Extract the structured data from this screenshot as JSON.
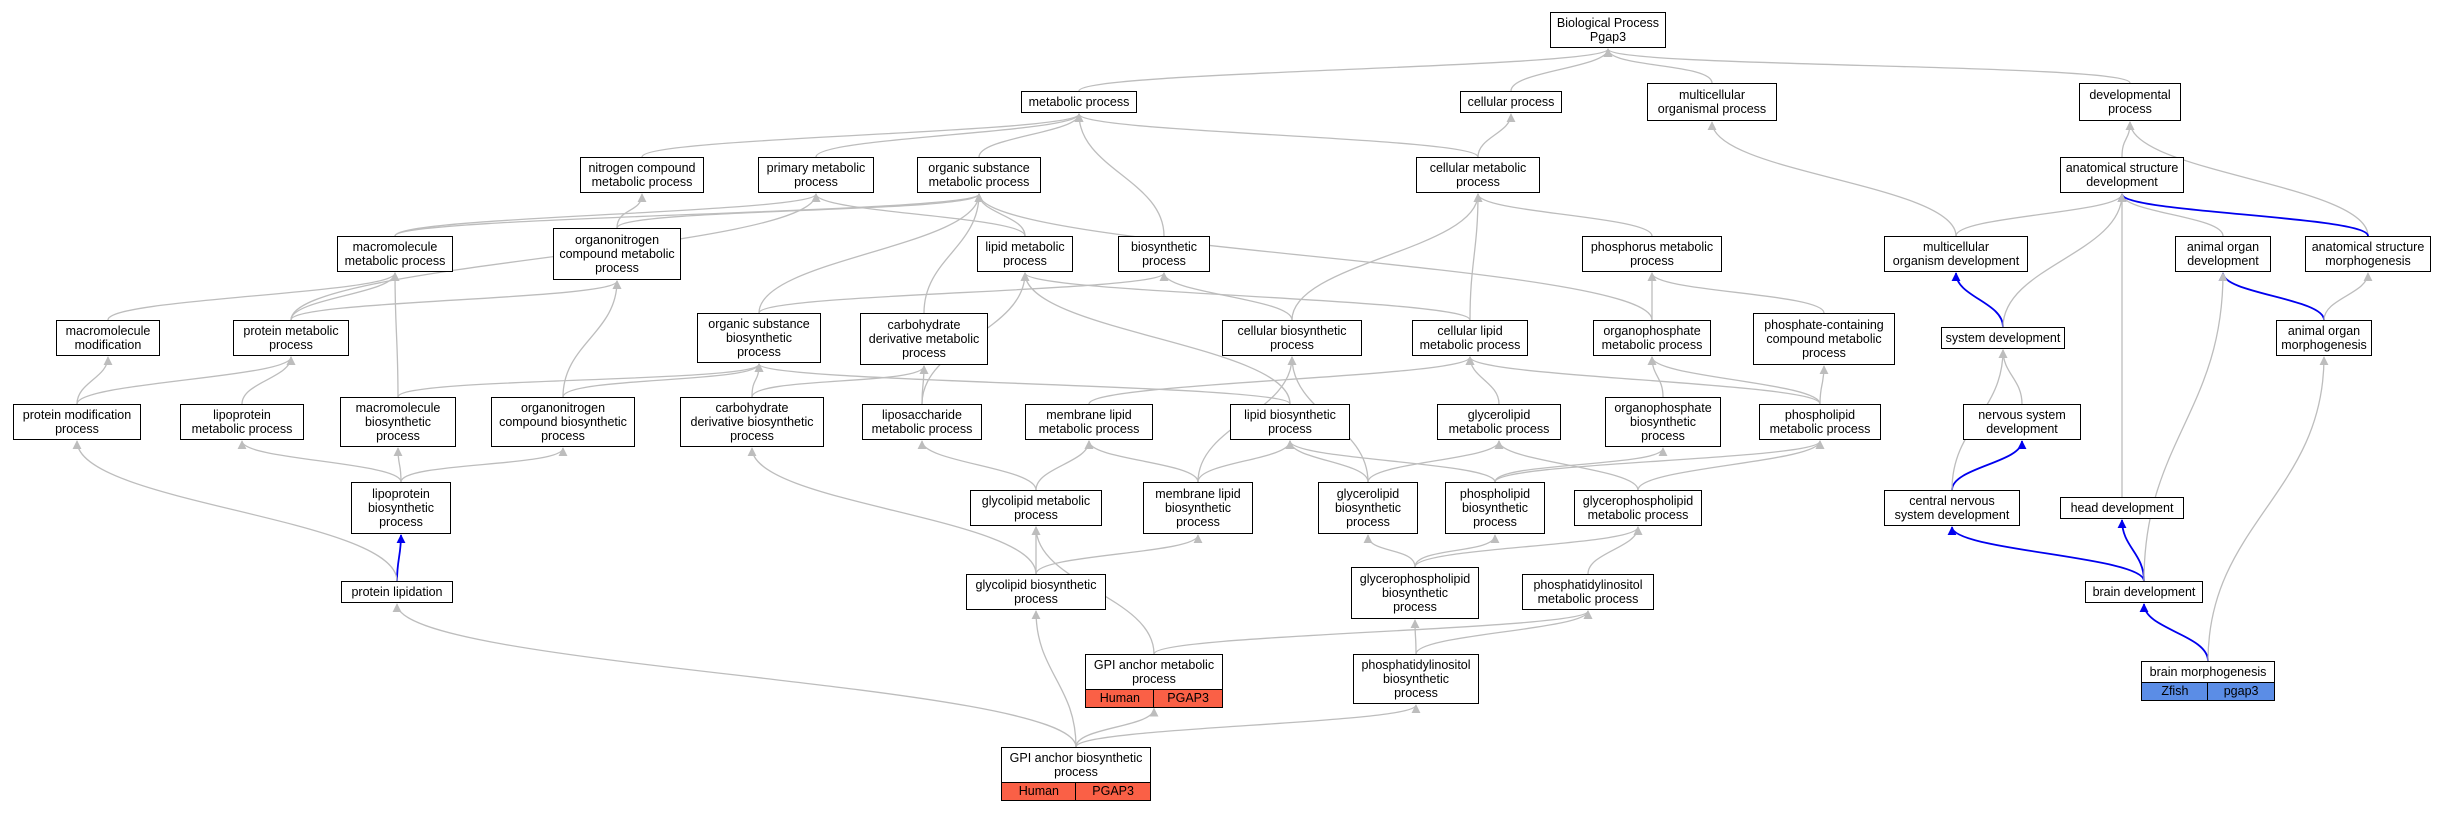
{
  "nodes": [
    {
      "id": "bp",
      "label": "Biological Process\nPgap3"
    },
    {
      "id": "metabolic",
      "label": "metabolic process"
    },
    {
      "id": "cellular",
      "label": "cellular process"
    },
    {
      "id": "multiorg",
      "label": "multicellular\norganismal process"
    },
    {
      "id": "devproc",
      "label": "developmental\nprocess"
    },
    {
      "id": "nitro",
      "label": "nitrogen compound\nmetabolic process"
    },
    {
      "id": "primary",
      "label": "primary metabolic\nprocess"
    },
    {
      "id": "orgsub",
      "label": "organic substance\nmetabolic process"
    },
    {
      "id": "cellmet",
      "label": "cellular metabolic\nprocess"
    },
    {
      "id": "anatdev",
      "label": "anatomical structure\ndevelopment"
    },
    {
      "id": "macromet",
      "label": "macromolecule\nmetabolic process"
    },
    {
      "id": "orgnitro",
      "label": "organonitrogen\ncompound metabolic\nprocess"
    },
    {
      "id": "lipidmet",
      "label": "lipid metabolic\nprocess"
    },
    {
      "id": "biosyn",
      "label": "biosynthetic\nprocess"
    },
    {
      "id": "phosmet",
      "label": "phosphorus metabolic\nprocess"
    },
    {
      "id": "multidev",
      "label": "multicellular\norganism development"
    },
    {
      "id": "animaldev",
      "label": "animal organ\ndevelopment"
    },
    {
      "id": "anatmorph",
      "label": "anatomical structure\nmorphogenesis"
    },
    {
      "id": "macromod",
      "label": "macromolecule\nmodification"
    },
    {
      "id": "protmet",
      "label": "protein metabolic\nprocess"
    },
    {
      "id": "orgsubbio",
      "label": "organic substance\nbiosynthetic\nprocess"
    },
    {
      "id": "carbmet",
      "label": "carbohydrate\nderivative metabolic\nprocess"
    },
    {
      "id": "cellbio",
      "label": "cellular biosynthetic\nprocess"
    },
    {
      "id": "celllipid",
      "label": "cellular lipid\nmetabolic process"
    },
    {
      "id": "orgphosmet",
      "label": "organophosphate\nmetabolic process"
    },
    {
      "id": "phoscont",
      "label": "phosphate-containing\ncompound metabolic\nprocess"
    },
    {
      "id": "sysdev",
      "label": "system development"
    },
    {
      "id": "animalmorph",
      "label": "animal organ\nmorphogenesis"
    },
    {
      "id": "protmod",
      "label": "protein modification\nprocess"
    },
    {
      "id": "lipoprotmet",
      "label": "lipoprotein\nmetabolic process"
    },
    {
      "id": "macrobio",
      "label": "macromolecule\nbiosynthetic\nprocess"
    },
    {
      "id": "orgnitrobio",
      "label": "organonitrogen\ncompound biosynthetic\nprocess"
    },
    {
      "id": "carbbio",
      "label": "carbohydrate\nderivative biosynthetic\nprocess"
    },
    {
      "id": "liposacc",
      "label": "liposaccharide\nmetabolic process"
    },
    {
      "id": "memlipid",
      "label": "membrane lipid\nmetabolic process"
    },
    {
      "id": "lipidbio",
      "label": "lipid biosynthetic\nprocess"
    },
    {
      "id": "glycerolipidmet",
      "label": "glycerolipid\nmetabolic process"
    },
    {
      "id": "orgphosbio",
      "label": "organophosphate\nbiosynthetic\nprocess"
    },
    {
      "id": "phospholipidmet",
      "label": "phospholipid\nmetabolic process"
    },
    {
      "id": "nervdev",
      "label": "nervous system\ndevelopment"
    },
    {
      "id": "lipoprotbio",
      "label": "lipoprotein\nbiosynthetic\nprocess"
    },
    {
      "id": "glycolipidmet",
      "label": "glycolipid metabolic\nprocess"
    },
    {
      "id": "memlipidbio",
      "label": "membrane lipid\nbiosynthetic\nprocess"
    },
    {
      "id": "glycerolipidbio",
      "label": "glycerolipid\nbiosynthetic\nprocess"
    },
    {
      "id": "phospholipidbio",
      "label": "phospholipid\nbiosynthetic\nprocess"
    },
    {
      "id": "glycerophosmet",
      "label": "glycerophospholipid\nmetabolic process"
    },
    {
      "id": "cnsdev",
      "label": "central nervous\nsystem development"
    },
    {
      "id": "headdev",
      "label": "head development"
    },
    {
      "id": "protlip",
      "label": "protein lipidation"
    },
    {
      "id": "glycolipidbio",
      "label": "glycolipid biosynthetic\nprocess"
    },
    {
      "id": "glycerophosbio",
      "label": "glycerophospholipid\nbiosynthetic\nprocess"
    },
    {
      "id": "phosinosmet",
      "label": "phosphatidylinositol\nmetabolic process"
    },
    {
      "id": "braindev",
      "label": "brain development"
    },
    {
      "id": "gpimet",
      "label": "GPI anchor metabolic\nprocess"
    },
    {
      "id": "phosinosbio",
      "label": "phosphatidylinositol\nbiosynthetic\nprocess"
    },
    {
      "id": "brainmorph",
      "label": "brain morphogenesis"
    },
    {
      "id": "gpibio",
      "label": "GPI anchor biosynthetic\nprocess"
    }
  ],
  "annotations": [
    {
      "node": "gpimet",
      "tags": [
        {
          "label": "Human",
          "kind": "human"
        },
        {
          "label": "PGAP3",
          "kind": "human"
        }
      ]
    },
    {
      "node": "gpibio",
      "tags": [
        {
          "label": "Human",
          "kind": "human"
        },
        {
          "label": "PGAP3",
          "kind": "human"
        }
      ]
    },
    {
      "node": "brainmorph",
      "tags": [
        {
          "label": "Zfish",
          "kind": "zfish"
        },
        {
          "label": "pgap3",
          "kind": "zfish"
        }
      ]
    }
  ],
  "edges": [
    {
      "from": "metabolic",
      "to": "bp"
    },
    {
      "from": "cellular",
      "to": "bp"
    },
    {
      "from": "multiorg",
      "to": "bp"
    },
    {
      "from": "devproc",
      "to": "bp"
    },
    {
      "from": "nitro",
      "to": "metabolic"
    },
    {
      "from": "primary",
      "to": "metabolic"
    },
    {
      "from": "orgsub",
      "to": "metabolic"
    },
    {
      "from": "cellmet",
      "to": "metabolic"
    },
    {
      "from": "biosyn",
      "to": "metabolic"
    },
    {
      "from": "cellmet",
      "to": "cellular"
    },
    {
      "from": "anatdev",
      "to": "devproc"
    },
    {
      "from": "multidev",
      "to": "multiorg"
    },
    {
      "from": "anatmorph",
      "to": "devproc"
    },
    {
      "from": "macromet",
      "to": "primary"
    },
    {
      "from": "macromet",
      "to": "orgsub"
    },
    {
      "from": "orgnitro",
      "to": "nitro"
    },
    {
      "from": "orgnitro",
      "to": "orgsub"
    },
    {
      "from": "lipidmet",
      "to": "primary"
    },
    {
      "from": "lipidmet",
      "to": "orgsub"
    },
    {
      "from": "phosmet",
      "to": "cellmet"
    },
    {
      "from": "multidev",
      "to": "anatdev"
    },
    {
      "from": "animaldev",
      "to": "anatdev"
    },
    {
      "from": "anatmorph",
      "to": "anatdev",
      "blue": true
    },
    {
      "from": "macromod",
      "to": "macromet"
    },
    {
      "from": "protmet",
      "to": "macromet"
    },
    {
      "from": "protmet",
      "to": "orgnitro"
    },
    {
      "from": "protmet",
      "to": "primary"
    },
    {
      "from": "orgsubbio",
      "to": "orgsub"
    },
    {
      "from": "orgsubbio",
      "to": "biosyn"
    },
    {
      "from": "carbmet",
      "to": "orgsub"
    },
    {
      "from": "cellbio",
      "to": "cellmet"
    },
    {
      "from": "cellbio",
      "to": "biosyn"
    },
    {
      "from": "celllipid",
      "to": "cellmet"
    },
    {
      "from": "celllipid",
      "to": "lipidmet"
    },
    {
      "from": "orgphosmet",
      "to": "phosmet"
    },
    {
      "from": "orgphosmet",
      "to": "orgsub"
    },
    {
      "from": "phoscont",
      "to": "phosmet"
    },
    {
      "from": "sysdev",
      "to": "multidev",
      "blue": true
    },
    {
      "from": "sysdev",
      "to": "anatdev"
    },
    {
      "from": "animalmorph",
      "to": "animaldev",
      "blue": true
    },
    {
      "from": "animalmorph",
      "to": "anatmorph"
    },
    {
      "from": "protmod",
      "to": "macromod"
    },
    {
      "from": "protmod",
      "to": "protmet"
    },
    {
      "from": "lipoprotmet",
      "to": "protmet"
    },
    {
      "from": "macrobio",
      "to": "macromet"
    },
    {
      "from": "macrobio",
      "to": "orgsubbio"
    },
    {
      "from": "orgnitrobio",
      "to": "orgnitro"
    },
    {
      "from": "orgnitrobio",
      "to": "orgsubbio"
    },
    {
      "from": "carbbio",
      "to": "carbmet"
    },
    {
      "from": "carbbio",
      "to": "orgsubbio"
    },
    {
      "from": "liposacc",
      "to": "carbmet"
    },
    {
      "from": "liposacc",
      "to": "lipidmet"
    },
    {
      "from": "memlipid",
      "to": "celllipid"
    },
    {
      "from": "lipidbio",
      "to": "lipidmet"
    },
    {
      "from": "lipidbio",
      "to": "orgsubbio"
    },
    {
      "from": "glycerolipidmet",
      "to": "celllipid"
    },
    {
      "from": "orgphosbio",
      "to": "orgphosmet"
    },
    {
      "from": "phospholipidmet",
      "to": "orgphosmet"
    },
    {
      "from": "phospholipidmet",
      "to": "phoscont"
    },
    {
      "from": "phospholipidmet",
      "to": "celllipid"
    },
    {
      "from": "nervdev",
      "to": "sysdev"
    },
    {
      "from": "lipoprotbio",
      "to": "lipoprotmet"
    },
    {
      "from": "lipoprotbio",
      "to": "macrobio"
    },
    {
      "from": "lipoprotbio",
      "to": "orgnitrobio"
    },
    {
      "from": "glycolipidmet",
      "to": "memlipid"
    },
    {
      "from": "glycolipidmet",
      "to": "liposacc"
    },
    {
      "from": "memlipidbio",
      "to": "memlipid"
    },
    {
      "from": "memlipidbio",
      "to": "lipidbio"
    },
    {
      "from": "memlipidbio",
      "to": "cellbio"
    },
    {
      "from": "glycerolipidbio",
      "to": "glycerolipidmet"
    },
    {
      "from": "glycerolipidbio",
      "to": "lipidbio"
    },
    {
      "from": "glycerolipidbio",
      "to": "cellbio"
    },
    {
      "from": "phospholipidbio",
      "to": "phospholipidmet"
    },
    {
      "from": "phospholipidbio",
      "to": "lipidbio"
    },
    {
      "from": "phospholipidbio",
      "to": "orgphosbio"
    },
    {
      "from": "glycerophosmet",
      "to": "glycerolipidmet"
    },
    {
      "from": "glycerophosmet",
      "to": "phospholipidmet"
    },
    {
      "from": "cnsdev",
      "to": "nervdev",
      "blue": true
    },
    {
      "from": "cnsdev",
      "to": "sysdev"
    },
    {
      "from": "headdev",
      "to": "anatdev"
    },
    {
      "from": "protlip",
      "to": "lipoprotbio",
      "blue": true
    },
    {
      "from": "protlip",
      "to": "protmod"
    },
    {
      "from": "glycolipidbio",
      "to": "glycolipidmet"
    },
    {
      "from": "glycolipidbio",
      "to": "memlipidbio"
    },
    {
      "from": "glycolipidbio",
      "to": "carbbio"
    },
    {
      "from": "glycerophosbio",
      "to": "glycerolipidbio"
    },
    {
      "from": "glycerophosbio",
      "to": "phospholipidbio"
    },
    {
      "from": "glycerophosbio",
      "to": "glycerophosmet"
    },
    {
      "from": "phosinosmet",
      "to": "glycerophosmet"
    },
    {
      "from": "braindev",
      "to": "cnsdev",
      "blue": true
    },
    {
      "from": "braindev",
      "to": "headdev",
      "blue": true
    },
    {
      "from": "braindev",
      "to": "animaldev"
    },
    {
      "from": "gpimet",
      "to": "glycolipidmet"
    },
    {
      "from": "gpimet",
      "to": "phosinosmet"
    },
    {
      "from": "phosinosbio",
      "to": "phosinosmet"
    },
    {
      "from": "phosinosbio",
      "to": "glycerophosbio"
    },
    {
      "from": "brainmorph",
      "to": "braindev",
      "blue": true
    },
    {
      "from": "brainmorph",
      "to": "animalmorph"
    },
    {
      "from": "gpibio",
      "to": "gpimet"
    },
    {
      "from": "gpibio",
      "to": "glycolipidbio"
    },
    {
      "from": "gpibio",
      "to": "phosinosbio"
    },
    {
      "from": "gpibio",
      "to": "protlip"
    }
  ],
  "colors": {
    "edge": "#bdbdbd",
    "edge_highlight": "#0000ee",
    "human": "#fa6046",
    "zfish": "#5b8de6"
  }
}
